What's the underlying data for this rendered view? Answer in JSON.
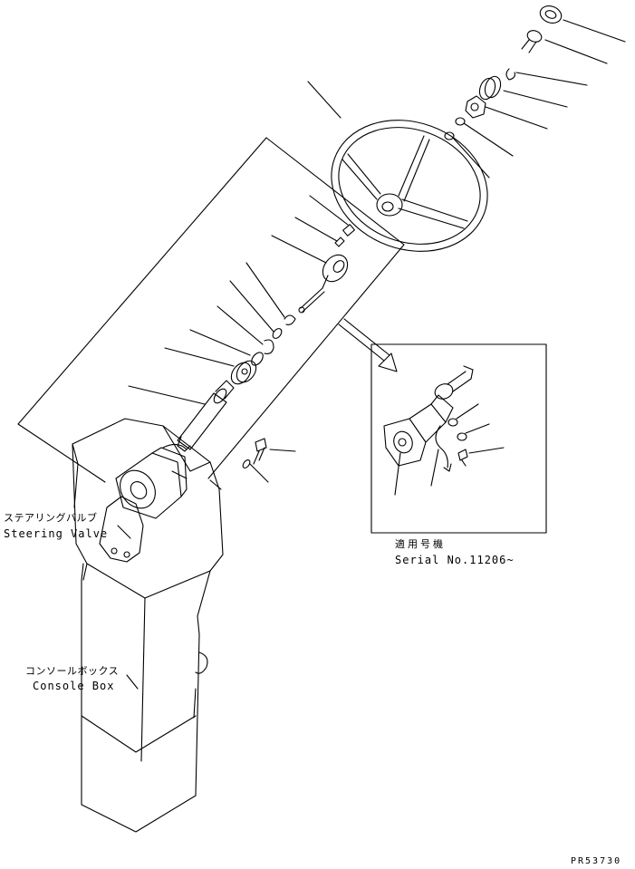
{
  "labels": {
    "steering_valve_jp": "ステアリングバルブ",
    "steering_valve_en": "Steering Valve",
    "console_box_jp": "コンソールボックス",
    "console_box_en": "Console Box",
    "serial_jp": "適用号機",
    "serial_en": "Serial No.11206~",
    "drawing_code": "PR53730"
  },
  "colors": {
    "line": "#000000",
    "background": "#ffffff"
  }
}
